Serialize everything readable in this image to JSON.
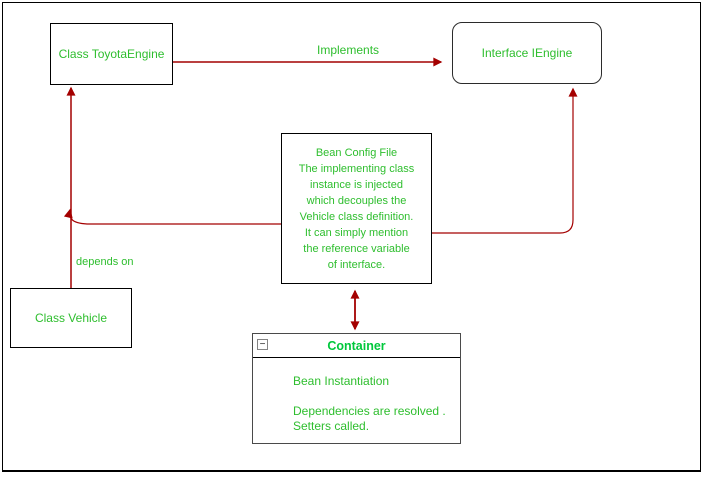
{
  "colors": {
    "text_green": "#2EBE2E",
    "container_title_green": "#00C83C",
    "arrow_red": "#A40000",
    "box_border": "#000000"
  },
  "nodes": {
    "toyota_engine": {
      "label": "Class ToyotaEngine"
    },
    "iengine": {
      "label": "Interface IEngine"
    },
    "vehicle": {
      "label": "Class Vehicle"
    },
    "bean_config": {
      "lines": [
        "Bean Config File",
        "The implementing class",
        "instance is injected",
        "which decouples the",
        "Vehicle class definition.",
        "It can simply mention",
        "the  reference variable",
        "of interface."
      ]
    },
    "container": {
      "title": "Container",
      "collapse_icon": "−",
      "body_lines": [
        "Bean Instantiation",
        "",
        "Dependencies are resolved .",
        "Setters called."
      ]
    }
  },
  "edges": {
    "implements": {
      "label": "Implements",
      "from": "Class ToyotaEngine",
      "to": "Interface IEngine"
    },
    "depends_on": {
      "label": "depends on",
      "from": "Class Vehicle",
      "to": "Class ToyotaEngine"
    },
    "config_to_dependency": {
      "label": "",
      "from": "Bean Config File",
      "to": "depends on line"
    },
    "config_to_iengine": {
      "label": "",
      "from": "Bean Config File",
      "to": "Interface IEngine"
    },
    "config_container_sync": {
      "label": "",
      "from": "Bean Config File",
      "to": "Container",
      "bidirectional": true
    }
  }
}
